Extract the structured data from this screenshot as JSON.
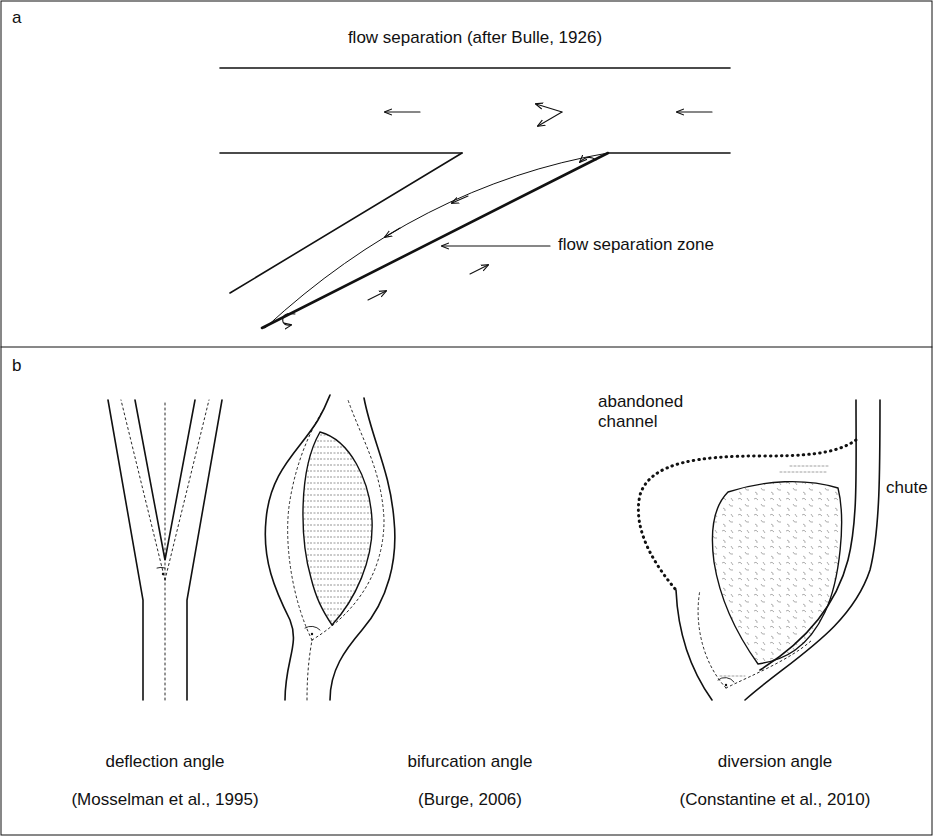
{
  "diagram": {
    "labels": [
      "a",
      "flow separation (after Bulle, 1926)",
      "flow separation zone",
      "b",
      "abandoned channel",
      "chute",
      "deflection angle",
      "(Mosselman et al., 1995)",
      "bifurcation angle",
      "(Burge, 2006)",
      "diversion angle",
      "(Constantine et al., 2010)"
    ]
  }
}
